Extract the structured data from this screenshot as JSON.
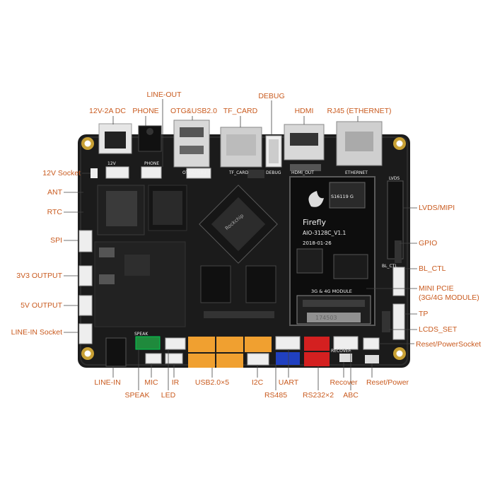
{
  "board": {
    "silk": {
      "logo": "Firefly",
      "model": "AIO-3128C_V1.1",
      "date": "2018-01-26",
      "module": "3G & 4G MODULE",
      "chip_mark": "S16119 G",
      "serial": "174503",
      "cpu_logo": "Rockchip",
      "dc_in": "12V",
      "phone": "PHONE",
      "otg": "OTG&USB2.0",
      "tfcard": "TF_CARD",
      "debug": "DEBUG",
      "hdmi": "HDMI_OUT",
      "ethernet": "ETHERNET",
      "lvds": "LVDS",
      "bl_ctl": "BL_CTL",
      "speak": "SPEAK",
      "recover": "RECOVER"
    },
    "colors": {
      "pcb": "#1b1b1b",
      "connector_white": "#eeeeee",
      "connector_orange": "#f0a030",
      "connector_red": "#d42020",
      "connector_blue": "#2040c0",
      "connector_green": "#1f8a3c",
      "label": "#c95a1e",
      "leader": "#444444"
    }
  },
  "labels": {
    "line_out": "LINE-OUT",
    "debug": "DEBUG",
    "dc_12v": "12V-2A DC",
    "phone": "PHONE",
    "otg_usb": "OTG&USB2.0",
    "tf_card": "TF_CARD",
    "hdmi": "HDMI",
    "rj45": "RJ45 (ETHERNET)",
    "socket_12v": "12V Socket",
    "ant": "ANT",
    "rtc": "RTC",
    "spi": "SPI",
    "output_3v3": "3V3 OUTPUT",
    "output_5v": "5V OUTPUT",
    "line_in_socket": "LINE-IN Socket",
    "lvds_mipi": "LVDS/MIPI",
    "gpio": "GPIO",
    "bl_ctl": "BL_CTL",
    "mini_pcie": "MINI PCIE",
    "mini_pcie_sub": "(3G/4G MODULE)",
    "tp": "TP",
    "lcds_set": "LCDS_SET",
    "reset_power_socket": "Reset/PowerSocket",
    "line_in": "LINE-IN",
    "speak": "SPEAK",
    "mic": "MIC",
    "led": "LED",
    "ir": "IR",
    "usb2_x5": "USB2.0×5",
    "i2c": "I2C",
    "rs485": "RS485",
    "uart": "UART",
    "rs232_x2": "RS232×2",
    "recover": "Recover",
    "abc": "ABC",
    "reset_power": "Reset/Power"
  }
}
